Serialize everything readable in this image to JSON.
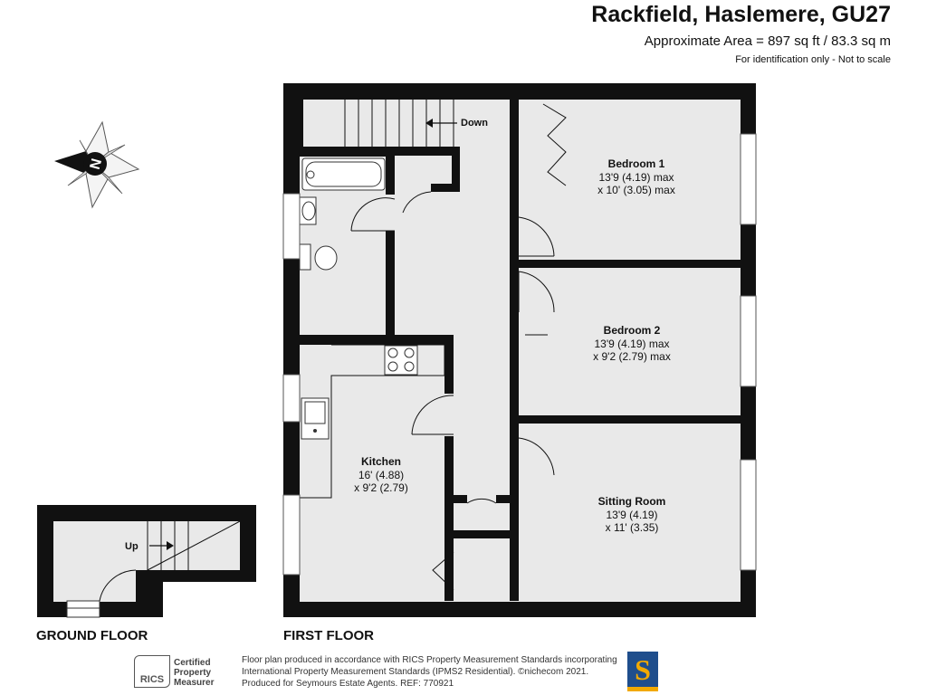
{
  "header": {
    "title": "Rackfield, Haslemere, GU27",
    "area": "Approximate Area = 897 sq ft / 83.3 sq m",
    "note": "For identification only - Not to scale"
  },
  "compass": {
    "letter": "N"
  },
  "ground_floor": {
    "label": "GROUND FLOOR",
    "stairs_label": "Up"
  },
  "first_floor": {
    "label": "FIRST FLOOR",
    "stairs_label": "Down",
    "rooms": [
      {
        "name": "Bedroom 1",
        "dim1": "13'9 (4.19) max",
        "dim2": "x 10' (3.05) max"
      },
      {
        "name": "Bedroom 2",
        "dim1": "13'9 (4.19) max",
        "dim2": "x 9'2 (2.79) max"
      },
      {
        "name": "Kitchen",
        "dim1": "16' (4.88)",
        "dim2": "x 9'2 (2.79)"
      },
      {
        "name": "Sitting Room",
        "dim1": "13'9 (4.19)",
        "dim2": "x 11' (3.35)"
      }
    ]
  },
  "footer": {
    "rics_mark": "RICS",
    "rics_line1": "Certified",
    "rics_line2": "Property",
    "rics_line3": "Measurer",
    "disclaimer_line1": "Floor plan produced in accordance with RICS Property Measurement Standards incorporating",
    "disclaimer_line2": "International Property Measurement Standards (IPMS2 Residential).  ©nichecom 2021.",
    "disclaimer_line3": "Produced for Seymours Estate Agents.   REF: 770921",
    "agent_logo_letter": "S"
  },
  "colors": {
    "wall": "#111111",
    "floor": "#e9e9e9",
    "logo_blue": "#1f4e8c",
    "logo_gold": "#f2a900"
  }
}
